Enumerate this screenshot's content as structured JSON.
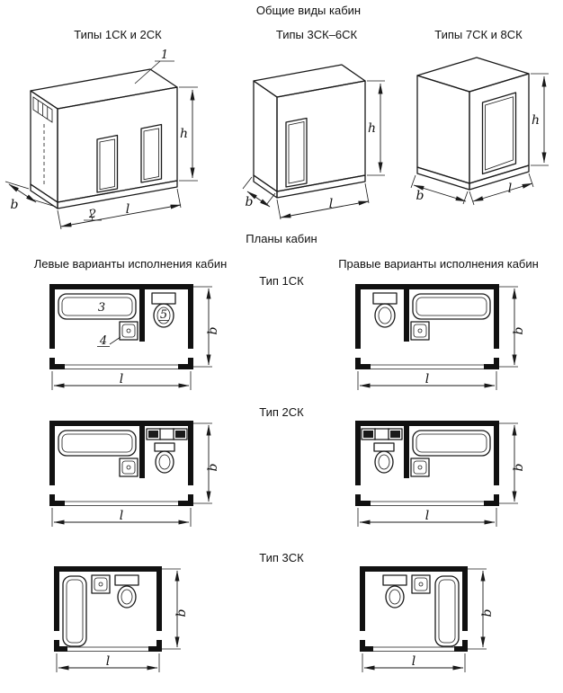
{
  "page": {
    "title_general": "Общие виды кабин",
    "title_plans": "Планы кабин",
    "left_variants_label": "Левые варианты исполнения кабин",
    "right_variants_label": "Правые варианты исполнения кабин"
  },
  "iso_views": [
    {
      "label": "Типы 1СК и 2СК"
    },
    {
      "label": "Типы 3СК–6СК"
    },
    {
      "label": "Типы 7СК и 8СК"
    }
  ],
  "plan_rows": [
    {
      "type_label": "Тип 1СК"
    },
    {
      "type_label": "Тип 2СК"
    },
    {
      "type_label": "Тип 3СК"
    }
  ],
  "dimensions": {
    "height": "h",
    "width": "b",
    "length": "l"
  },
  "callouts": {
    "roof": "1",
    "base": "2",
    "bath": "3",
    "washbasin": "4",
    "toilet": "5"
  },
  "colors": {
    "line": "#1a1a1a",
    "background": "#ffffff"
  }
}
